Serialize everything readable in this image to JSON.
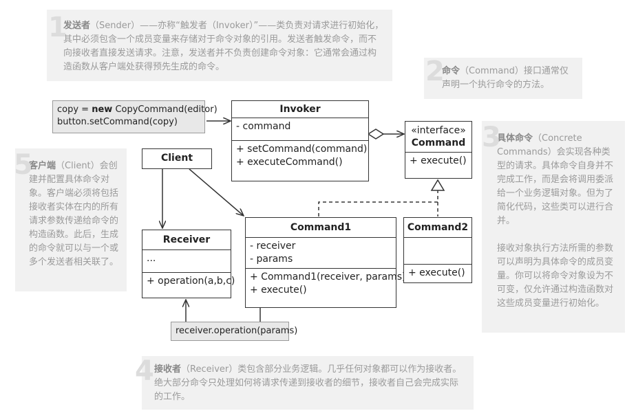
{
  "notes": {
    "n1": {
      "num": "1",
      "title": "发送者",
      "text": "（Sender）——亦称“触发者（Invoker）”——类负责对请求进行初始化，其中必须包含一个成员变量来存储对于命令对象的引用。发送者触发命令，而不向接收者直接发送请求。注意，发送者并不负责创建命令对象：它通常会通过构造函数从客户端处获得预先生成的命令。"
    },
    "n2": {
      "num": "2",
      "title": "命令",
      "text": "（Command）接口通常仅声明一个执行命令的方法。"
    },
    "n3": {
      "num": "3",
      "title": "具体命令",
      "text": "（Concrete Commands）会实现各种类型的请求。具体命令自身并不完成工作，而是会将调用委派给一个业务逻辑对象。但为了简化代码，这些类可以进行合并。",
      "text2": "接收对象执行方法所需的参数可以声明为具体命令的成员变量。你可以将命令对象设为不可变，仅允许通过构造函数对这些成员变量进行初始化。"
    },
    "n4": {
      "num": "4",
      "title": "接收者",
      "text": "（Receiver）类包含部分业务逻辑。几乎任何对象都可以作为接收者。绝大部分命令只处理如何将请求传递到接收者的细节，接收者自己会完成实际的工作。"
    },
    "n5": {
      "num": "5",
      "title": "客户端",
      "text": "（Client）会创建并配置具体命令对象。客户端必须将包括接收者实体在内的所有请求参数传递给命令的构造函数。此后，生成的命令就可以与一个或多个发送者相关联了。"
    }
  },
  "code_client": {
    "line1_pre": "copy = ",
    "line1_kw": "new",
    "line1_post": " CopyCommand(editor)",
    "line2": "button.setCommand(copy)"
  },
  "code_receiver": "receiver.operation(params)",
  "classes": {
    "invoker": {
      "name": "Invoker",
      "field": "- command",
      "m1": "+ setCommand(command)",
      "m2": "+ executeCommand()"
    },
    "command": {
      "stereotype": "«interface»",
      "name": "Command",
      "m1": "+ execute()"
    },
    "client": {
      "name": "Client"
    },
    "receiver": {
      "name": "Receiver",
      "field": "...",
      "m1": "+ operation(a,b,c)"
    },
    "command1": {
      "name": "Command1",
      "f1": "- receiver",
      "f2": "- params",
      "m1": "+ Command1(receiver, params)",
      "m2": "+ execute()"
    },
    "command2": {
      "name": "Command2",
      "m1": "+ execute()"
    }
  }
}
